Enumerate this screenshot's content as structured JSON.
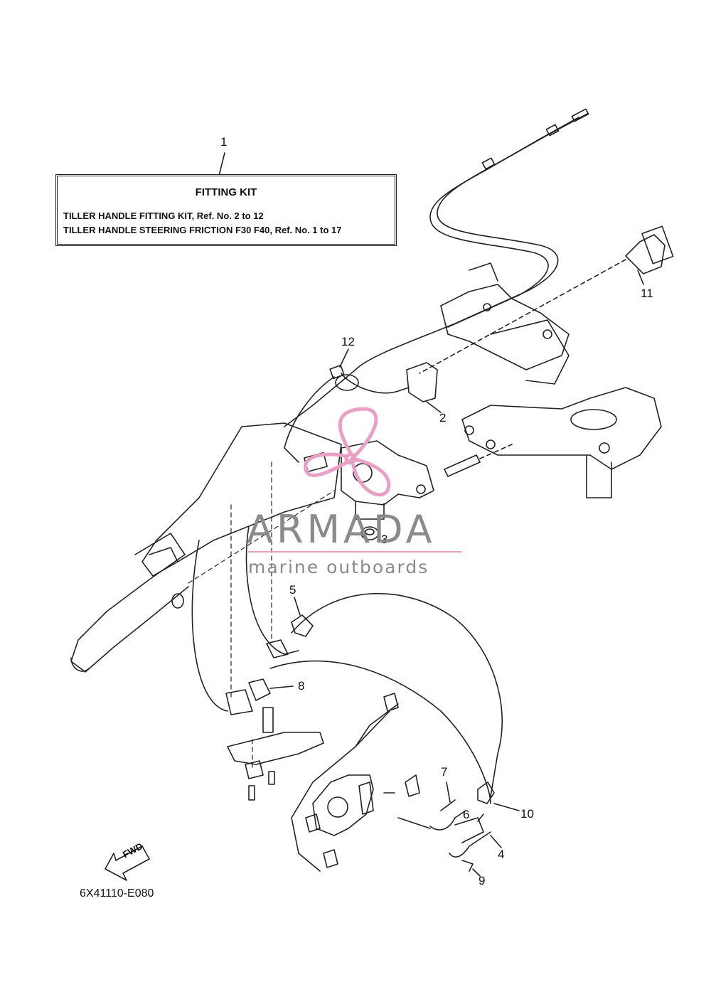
{
  "fitting_kit": {
    "title": "FITTING KIT",
    "line1": "TILLER HANDLE FITTING KIT,   Ref. No. 2 to 12",
    "line2": "TILLER HANDLE STEERING FRICTION F30 F40, Ref. No. 1 to 17"
  },
  "callouts": [
    "1",
    "2",
    "3",
    "4",
    "5",
    "6",
    "7",
    "8",
    "9",
    "10",
    "11",
    "12"
  ],
  "diagram_code": "6X41110-E080",
  "fwd_label": "FWD",
  "watermark": {
    "name": "ARMADA",
    "tagline": "marine outboards",
    "color_text": "#8a8a8a",
    "color_accent": "#e8a0c4"
  }
}
